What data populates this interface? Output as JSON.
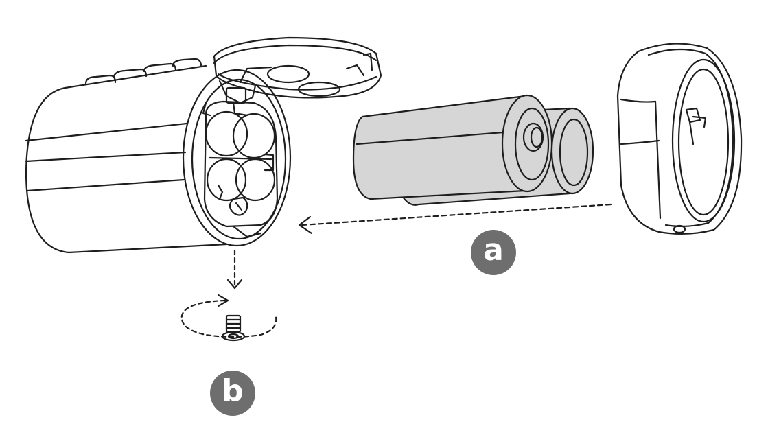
{
  "steps": [
    {
      "id": "a",
      "label": "a"
    },
    {
      "id": "b",
      "label": "b"
    }
  ],
  "colors": {
    "line": "#1e1e1e",
    "battery_fill": "#d6d6d6",
    "badge_fill": "#6e6e6e",
    "badge_text": "#ffffff",
    "background": "#ffffff"
  },
  "icons": [
    "camera-body",
    "battery-compartment-cover",
    "battery",
    "end-cap",
    "screw",
    "rotate-arrow",
    "arrow-left",
    "arrow-down"
  ]
}
